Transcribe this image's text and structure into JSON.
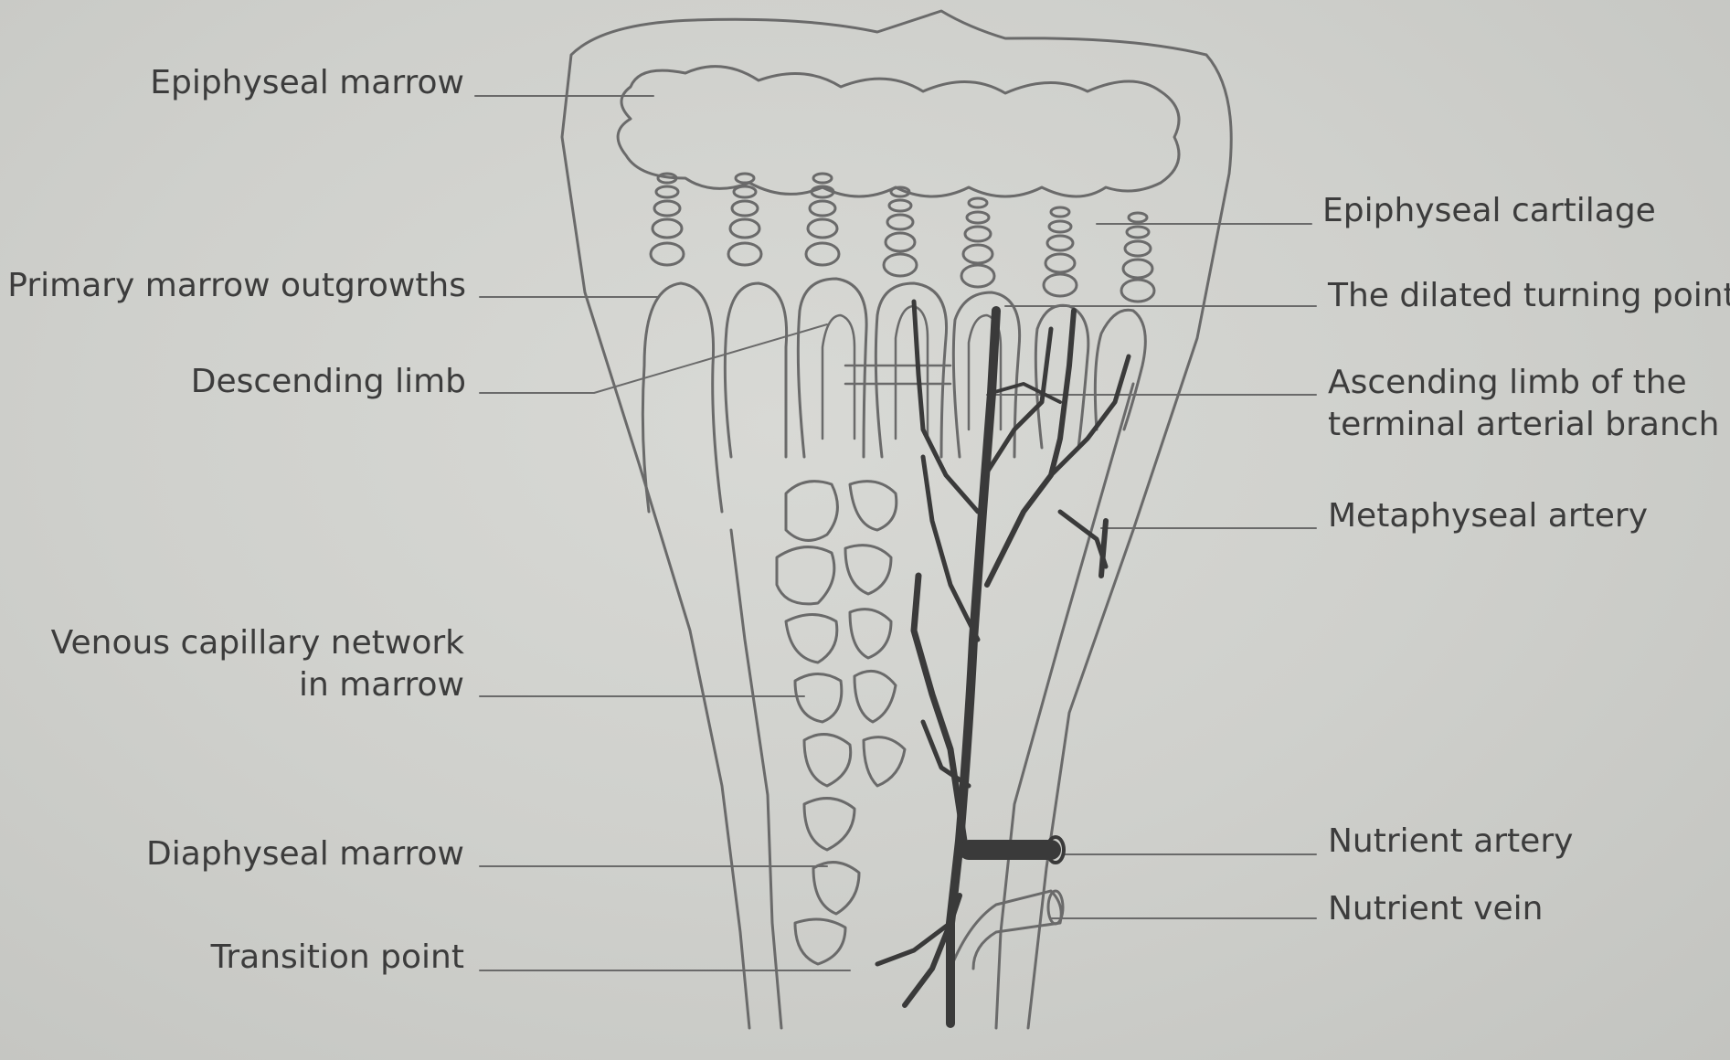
{
  "labels_left": [
    {
      "key": "epiphyseal_marrow",
      "text": "Epiphyseal marrow"
    },
    {
      "key": "primary_marrow_outgrowths",
      "text": "Primary marrow outgrowths"
    },
    {
      "key": "descending_limb",
      "text": "Descending limb"
    },
    {
      "key": "venous_capillary_network",
      "text": "Venous capillary network\nin marrow"
    },
    {
      "key": "diaphyseal_marrow",
      "text": "Diaphyseal marrow"
    },
    {
      "key": "transition_point",
      "text": "Transition point"
    }
  ],
  "labels_right": [
    {
      "key": "epiphyseal_cartilage",
      "text": "Epiphyseal cartilage"
    },
    {
      "key": "dilated_turning_point",
      "text": "The dilated turning point"
    },
    {
      "key": "ascending_limb",
      "text": "Ascending limb of the\nterminal arterial branch"
    },
    {
      "key": "metaphyseal_artery",
      "text": "Metaphyseal artery"
    },
    {
      "key": "nutrient_artery",
      "text": "Nutrient artery"
    },
    {
      "key": "nutrient_vein",
      "text": "Nutrient vein"
    }
  ],
  "colors": {
    "background": "#cfd0cc",
    "line": "#6a6a6a",
    "artery": "#3a3a3a",
    "text": "#3c3c3c"
  }
}
